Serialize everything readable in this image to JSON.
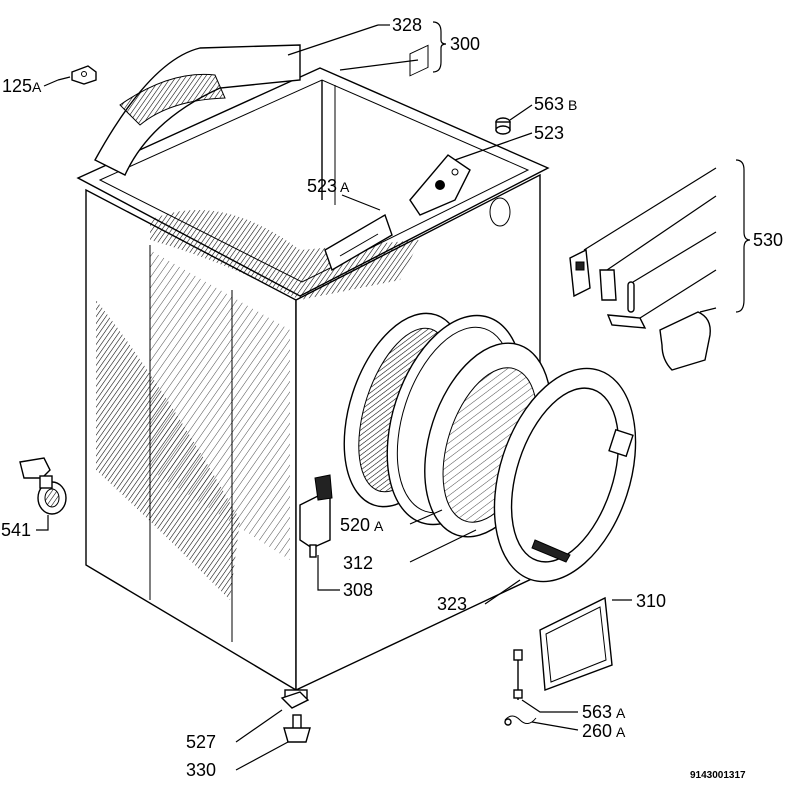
{
  "labels": {
    "l328": "328",
    "l300": "300",
    "l125": "125",
    "l125s": "A",
    "l563b": "563",
    "l563bs": "B",
    "l523": "523",
    "l523a": "523",
    "l523as": "A",
    "l530": "530",
    "l541": "541",
    "l520a": "520",
    "l520as": "A",
    "l312": "312",
    "l308": "308",
    "l323": "323",
    "l310": "310",
    "l563a": "563",
    "l563as": "A",
    "l260a": "260",
    "l260as": "A",
    "l527": "527",
    "l330": "330"
  },
  "drawing_code": "9143001317"
}
